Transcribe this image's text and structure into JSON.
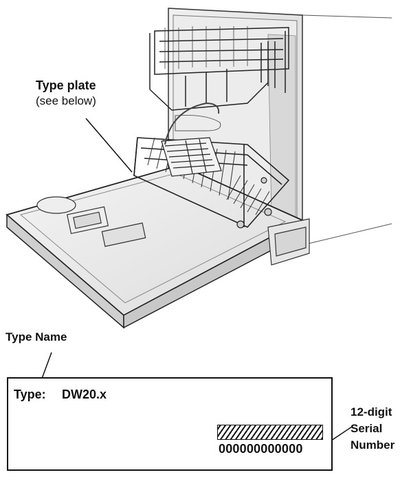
{
  "top_callout": {
    "title": "Type plate",
    "subtitle": "(see below)"
  },
  "type_name_callout": {
    "label": "Type Name"
  },
  "type_plate": {
    "type_prefix": "Type:",
    "type_value": "DW20.x",
    "serial_number": "000000000000",
    "serial_label_lines": [
      "12-digit",
      "Serial",
      "Number"
    ]
  },
  "icons": {
    "illustration": "dishwasher-open-door-illustration",
    "barcode": "barcode-hatched-icon"
  }
}
